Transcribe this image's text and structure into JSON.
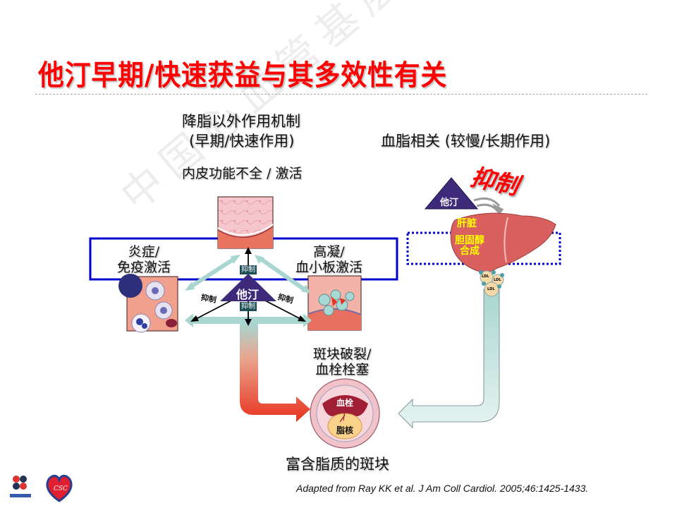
{
  "slide": {
    "title": "他汀早期/快速获益与其多效性有关",
    "watermark": "中国心血管基层医师培训",
    "citation": "Adapted from Ray KK et al. J Am Coll Cardiol. 2005;46:1425-1433."
  },
  "left_section": {
    "heading_line1": "降脂以外作用机制",
    "heading_line2": "(早期/快速作用)",
    "endothelium_label": "内皮功能不全 / 激活",
    "inflammation_line1": "炎症/",
    "inflammation_line2": "免疫激活",
    "coagulation_line1": "高凝/",
    "coagulation_line2": "血小板激活",
    "statin_label": "他汀",
    "inhibit_top": "抑制",
    "inhibit_left": "抑制",
    "inhibit_right": "抑制",
    "inhibit_bottom": "抑制"
  },
  "right_section": {
    "heading": "血脂相关 (较慢/长期作用)",
    "statin_label": "他汀",
    "inhibit_big": "抑制",
    "liver_label": "肝脏",
    "cholesterol_line1": "胆固醇",
    "cholesterol_line2": "合成",
    "ldl_labels": [
      "LDL",
      "LDL",
      "LDL"
    ]
  },
  "bottom_section": {
    "rupture_line1": "斑块破裂/",
    "rupture_line2": "血栓栓塞",
    "thrombus_label": "血栓",
    "lipid_core_label": "脂核",
    "plaque_caption": "富含脂质的斑块"
  },
  "colors": {
    "title": "#ff0000",
    "highlight_box": "#0000cc",
    "statin_triangle": "#3d2a7a",
    "liver": "#d9605f",
    "liver_text": "#ffff00",
    "arrow_teal": "#a9d6d0",
    "arrow_red": "#e8321e"
  }
}
